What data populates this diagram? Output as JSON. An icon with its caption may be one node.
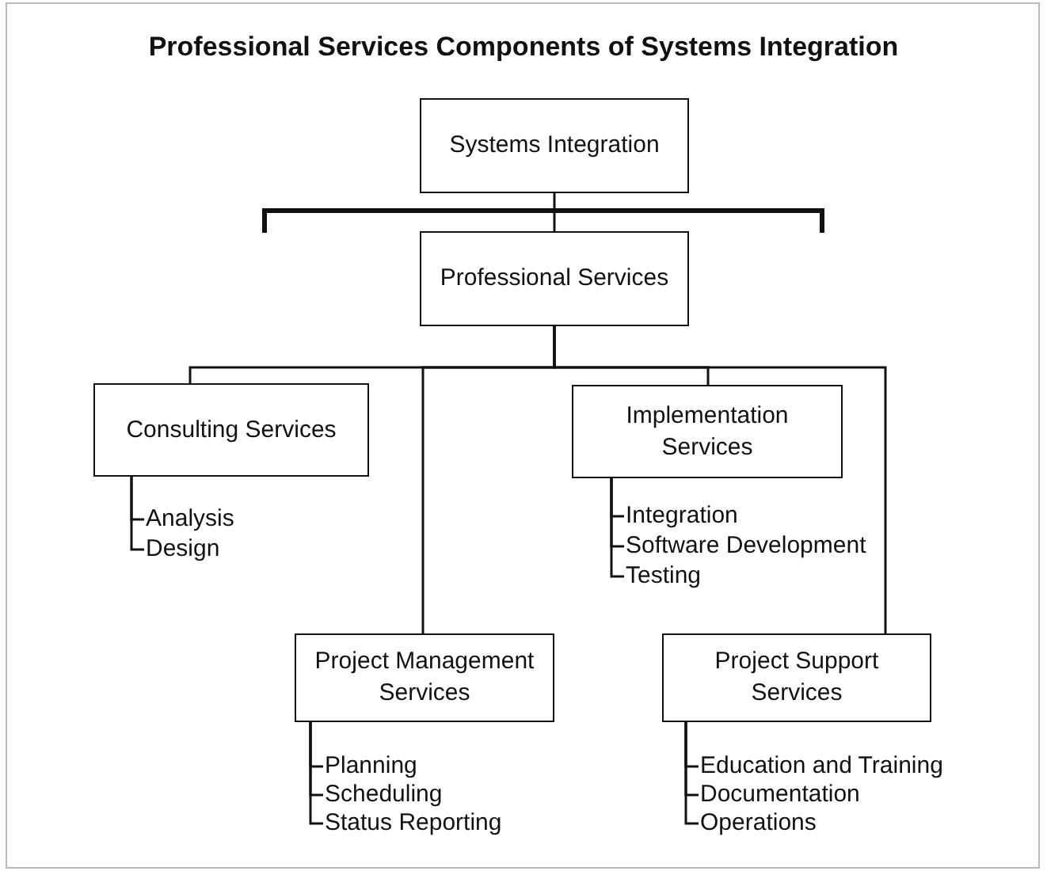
{
  "diagram": {
    "title": "Professional Services Components of Systems Integration",
    "nodes": [
      {
        "text": [
          "Systems Integration"
        ]
      },
      {
        "text": [
          "Professional Services"
        ]
      },
      {
        "text": [
          "Consulting Services"
        ]
      },
      {
        "text": [
          "Implementation Services"
        ]
      },
      {
        "text": [
          "Project Management Services"
        ]
      },
      {
        "text": [
          "Project Support Services"
        ]
      },
      {
        "text": [
          "Analysis"
        ]
      },
      {
        "text": [
          "Design"
        ]
      },
      {
        "text": [
          "Integration"
        ]
      },
      {
        "text": [
          "Software Development"
        ]
      },
      {
        "text": [
          "Testing"
        ]
      },
      {
        "text": [
          "Planning"
        ]
      },
      {
        "text": [
          "Scheduling"
        ]
      },
      {
        "text": [
          "Status Reporting"
        ]
      },
      {
        "text": [
          "Education and Training"
        ]
      },
      {
        "text": [
          "Documentation"
        ]
      },
      {
        "text": [
          "Operations"
        ]
      }
    ],
    "edges": [
      {
        "from": 0,
        "to": 1,
        "arrow": "none"
      },
      {
        "from": 1,
        "to": 2,
        "arrow": "none"
      },
      {
        "from": 1,
        "to": 4,
        "arrow": "none"
      },
      {
        "from": 1,
        "to": 3,
        "arrow": "none"
      },
      {
        "from": 1,
        "to": 5,
        "arrow": "none"
      },
      {
        "from": 2,
        "to": 6,
        "arrow": "none"
      },
      {
        "from": 2,
        "to": 7,
        "arrow": "none"
      },
      {
        "from": 3,
        "to": 8,
        "arrow": "none"
      },
      {
        "from": 3,
        "to": 9,
        "arrow": "none"
      },
      {
        "from": 3,
        "to": 10,
        "arrow": "none"
      },
      {
        "from": 4,
        "to": 11,
        "arrow": "none"
      },
      {
        "from": 4,
        "to": 12,
        "arrow": "none"
      },
      {
        "from": 4,
        "to": 13,
        "arrow": "none"
      },
      {
        "from": 5,
        "to": 14,
        "arrow": "none"
      },
      {
        "from": 5,
        "to": 15,
        "arrow": "none"
      },
      {
        "from": 5,
        "to": 16,
        "arrow": "none"
      }
    ]
  }
}
